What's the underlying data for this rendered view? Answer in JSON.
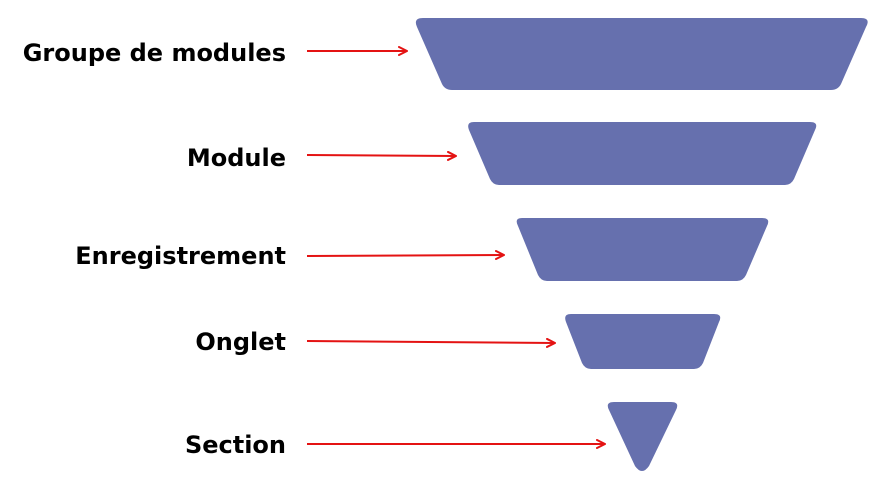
{
  "levels": [
    {
      "label": "Groupe de modules"
    },
    {
      "label": "Module"
    },
    {
      "label": "Enregistrement"
    },
    {
      "label": "Onglet"
    },
    {
      "label": "Section"
    }
  ],
  "colors": {
    "funnel_fill": "#6670ae",
    "arrow": "#e41313",
    "text": "#000000"
  }
}
